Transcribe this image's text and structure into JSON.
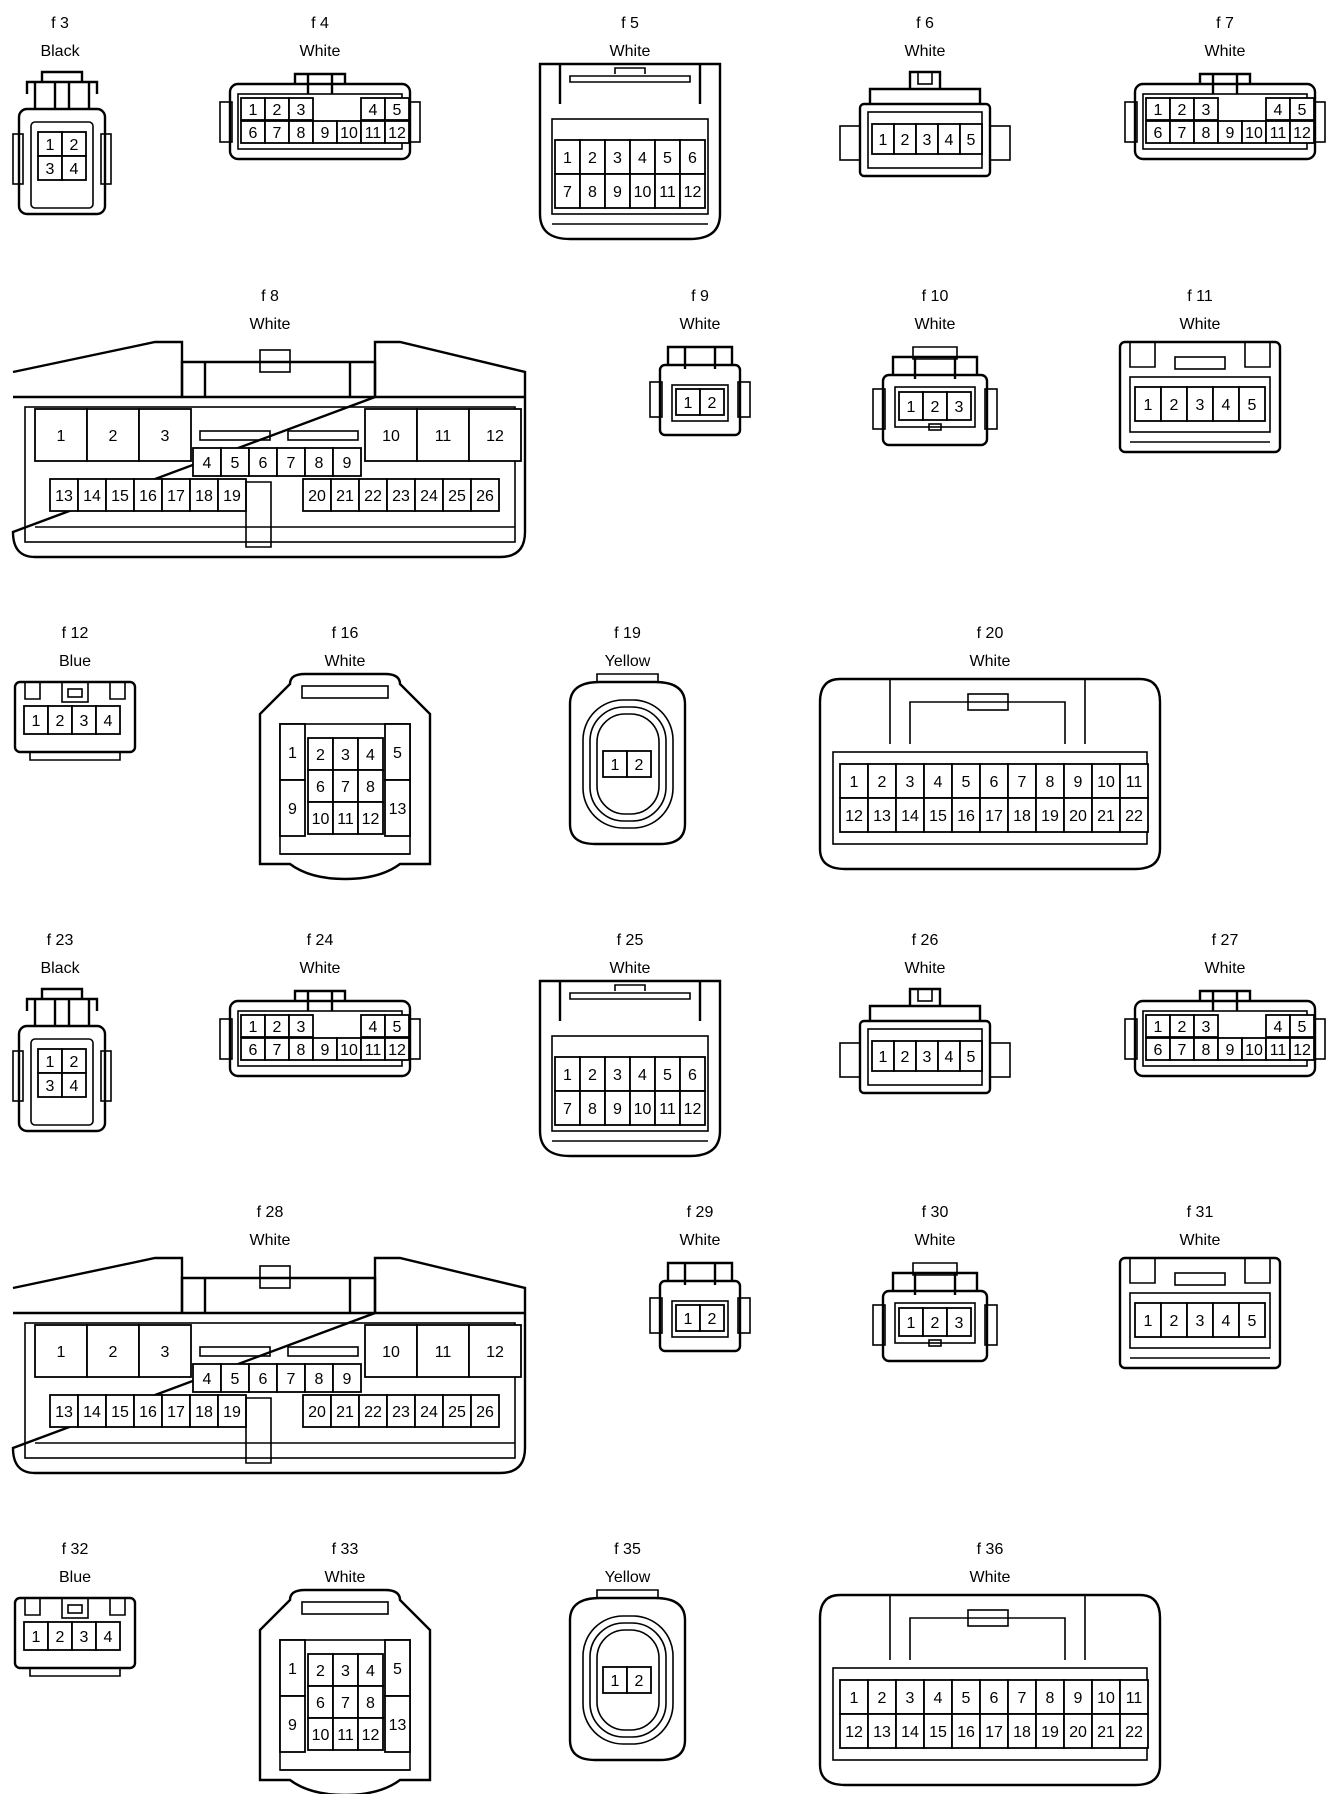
{
  "connectors": [
    {
      "id": "f 3",
      "color": "Black",
      "shape": "small2x2",
      "pins": [
        [
          "1",
          "2"
        ],
        [
          "3",
          "4"
        ]
      ]
    },
    {
      "id": "f 4",
      "color": "White",
      "shape": "dual12",
      "pins": [
        [
          "1",
          "2",
          "3",
          "",
          "",
          "4",
          "5"
        ],
        [
          "6",
          "7",
          "8",
          "9",
          "10",
          "11",
          "12"
        ]
      ]
    },
    {
      "id": "f 5",
      "color": "White",
      "shape": "box12",
      "pins": [
        [
          "1",
          "2",
          "3",
          "4",
          "5",
          "6"
        ],
        [
          "7",
          "8",
          "9",
          "10",
          "11",
          "12"
        ]
      ]
    },
    {
      "id": "f 6",
      "color": "White",
      "shape": "row5tab",
      "pins": [
        [
          "1",
          "2",
          "3",
          "4",
          "5"
        ]
      ]
    },
    {
      "id": "f 7",
      "color": "White",
      "shape": "dual12",
      "pins": [
        [
          "1",
          "2",
          "3",
          "",
          "",
          "4",
          "5"
        ],
        [
          "6",
          "7",
          "8",
          "9",
          "10",
          "11",
          "12"
        ]
      ]
    },
    {
      "id": "f 8",
      "color": "White",
      "shape": "big26",
      "pins": [
        [
          "1",
          "2",
          "3",
          "10",
          "11",
          "12"
        ],
        [
          "4",
          "5",
          "6",
          "7",
          "8",
          "9"
        ],
        [
          "13",
          "14",
          "15",
          "16",
          "17",
          "18",
          "19",
          "20",
          "21",
          "22",
          "23",
          "24",
          "25",
          "26"
        ]
      ]
    },
    {
      "id": "f 9",
      "color": "White",
      "shape": "small2",
      "pins": [
        [
          "1",
          "2"
        ]
      ]
    },
    {
      "id": "f 10",
      "color": "White",
      "shape": "small3",
      "pins": [
        [
          "1",
          "2",
          "3"
        ]
      ]
    },
    {
      "id": "f 11",
      "color": "White",
      "shape": "row5box",
      "pins": [
        [
          "1",
          "2",
          "3",
          "4",
          "5"
        ]
      ]
    },
    {
      "id": "f 12",
      "color": "Blue",
      "shape": "row4",
      "pins": [
        [
          "1",
          "2",
          "3",
          "4"
        ]
      ]
    },
    {
      "id": "f 16",
      "color": "White",
      "shape": "grid13",
      "pins": [
        [
          "1",
          "9",
          "5",
          "13"
        ],
        [
          "2",
          "3",
          "4"
        ],
        [
          "6",
          "7",
          "8"
        ],
        [
          "10",
          "11",
          "12"
        ]
      ]
    },
    {
      "id": "f 19",
      "color": "Yellow",
      "shape": "round2",
      "pins": [
        [
          "1",
          "2"
        ]
      ]
    },
    {
      "id": "f 20",
      "color": "White",
      "shape": "wide22",
      "pins": [
        [
          "1",
          "2",
          "3",
          "4",
          "5",
          "6",
          "7",
          "8",
          "9",
          "10",
          "11"
        ],
        [
          "12",
          "13",
          "14",
          "15",
          "16",
          "17",
          "18",
          "19",
          "20",
          "21",
          "22"
        ]
      ]
    },
    {
      "id": "f 23",
      "color": "Black",
      "shape": "small2x2",
      "pins": [
        [
          "1",
          "2"
        ],
        [
          "3",
          "4"
        ]
      ]
    },
    {
      "id": "f 24",
      "color": "White",
      "shape": "dual12",
      "pins": [
        [
          "1",
          "2",
          "3",
          "",
          "",
          "4",
          "5"
        ],
        [
          "6",
          "7",
          "8",
          "9",
          "10",
          "11",
          "12"
        ]
      ]
    },
    {
      "id": "f 25",
      "color": "White",
      "shape": "box12",
      "pins": [
        [
          "1",
          "2",
          "3",
          "4",
          "5",
          "6"
        ],
        [
          "7",
          "8",
          "9",
          "10",
          "11",
          "12"
        ]
      ]
    },
    {
      "id": "f 26",
      "color": "White",
      "shape": "row5tab",
      "pins": [
        [
          "1",
          "2",
          "3",
          "4",
          "5"
        ]
      ]
    },
    {
      "id": "f 27",
      "color": "White",
      "shape": "dual12",
      "pins": [
        [
          "1",
          "2",
          "3",
          "",
          "",
          "4",
          "5"
        ],
        [
          "6",
          "7",
          "8",
          "9",
          "10",
          "11",
          "12"
        ]
      ]
    },
    {
      "id": "f 28",
      "color": "White",
      "shape": "big26",
      "pins": [
        [
          "1",
          "2",
          "3",
          "10",
          "11",
          "12"
        ],
        [
          "4",
          "5",
          "6",
          "7",
          "8",
          "9"
        ],
        [
          "13",
          "14",
          "15",
          "16",
          "17",
          "18",
          "19",
          "20",
          "21",
          "22",
          "23",
          "24",
          "25",
          "26"
        ]
      ]
    },
    {
      "id": "f 29",
      "color": "White",
      "shape": "small2",
      "pins": [
        [
          "1",
          "2"
        ]
      ]
    },
    {
      "id": "f 30",
      "color": "White",
      "shape": "small3",
      "pins": [
        [
          "1",
          "2",
          "3"
        ]
      ]
    },
    {
      "id": "f 31",
      "color": "White",
      "shape": "row5box",
      "pins": [
        [
          "1",
          "2",
          "3",
          "4",
          "5"
        ]
      ]
    },
    {
      "id": "f 32",
      "color": "Blue",
      "shape": "row4",
      "pins": [
        [
          "1",
          "2",
          "3",
          "4"
        ]
      ]
    },
    {
      "id": "f 33",
      "color": "White",
      "shape": "grid13",
      "pins": [
        [
          "1",
          "9",
          "5",
          "13"
        ],
        [
          "2",
          "3",
          "4"
        ],
        [
          "6",
          "7",
          "8"
        ],
        [
          "10",
          "11",
          "12"
        ]
      ]
    },
    {
      "id": "f 35",
      "color": "Yellow",
      "shape": "round2",
      "pins": [
        [
          "1",
          "2"
        ]
      ]
    },
    {
      "id": "f 36",
      "color": "White",
      "shape": "wide22",
      "pins": [
        [
          "1",
          "2",
          "3",
          "4",
          "5",
          "6",
          "7",
          "8",
          "9",
          "10",
          "11"
        ],
        [
          "12",
          "13",
          "14",
          "15",
          "16",
          "17",
          "18",
          "19",
          "20",
          "21",
          "22"
        ]
      ]
    }
  ]
}
